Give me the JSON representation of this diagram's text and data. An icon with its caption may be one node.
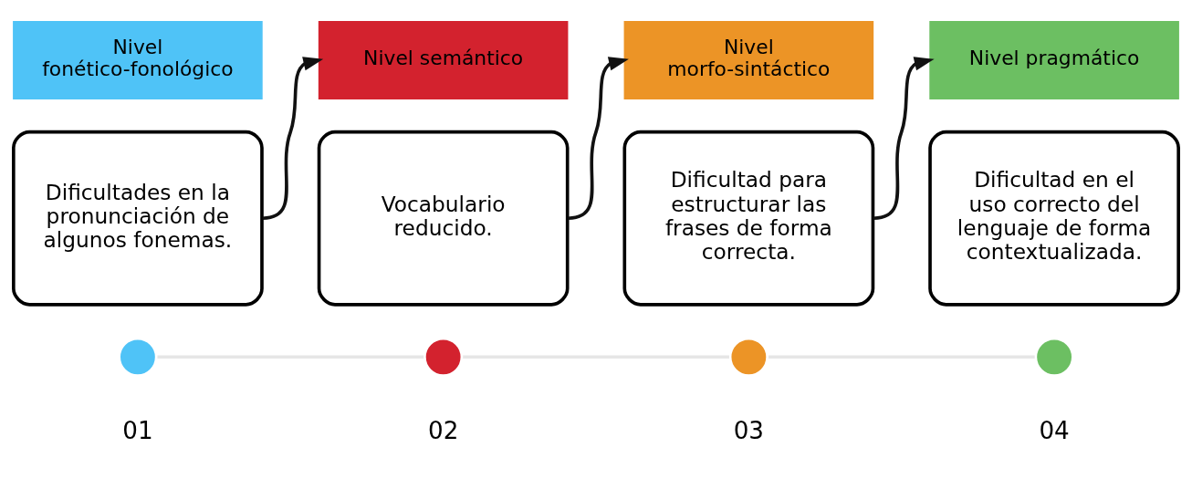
{
  "diagram": {
    "nodes": [
      {
        "text": [
          "Nivel fonético-fonológico"
        ]
      },
      {
        "text": [
          "Dificultades en la pronunciación de algunos fonemas."
        ]
      },
      {
        "text": [
          "Nivel semántico"
        ]
      },
      {
        "text": [
          "Vocabulario reducido."
        ]
      },
      {
        "text": [
          "Nivel morfo-sintáctico"
        ]
      },
      {
        "text": [
          "Dificultad para estructurar las frases de forma correcta."
        ]
      },
      {
        "text": [
          "Nivel pragmático"
        ]
      },
      {
        "text": [
          "Dificultad en el uso correcto del lenguaje de forma contextualizada."
        ]
      },
      {
        "text": [],
        "shape": "circle"
      },
      {
        "text": [],
        "shape": "circle"
      },
      {
        "text": [],
        "shape": "circle"
      },
      {
        "text": [],
        "shape": "circle"
      }
    ],
    "edges": [
      {
        "from": 1,
        "to": 2,
        "arrow": "to"
      },
      {
        "from": 3,
        "to": 4,
        "arrow": "to"
      },
      {
        "from": 5,
        "to": 6,
        "arrow": "to"
      },
      {
        "from": 8,
        "to": 9,
        "arrow": "none",
        "color": "#e6e6e6"
      },
      {
        "from": 9,
        "to": 10,
        "arrow": "none",
        "color": "#e6e6e6"
      },
      {
        "from": 10,
        "to": 11,
        "arrow": "none",
        "color": "#e6e6e6"
      }
    ],
    "labels": [
      "01",
      "02",
      "03",
      "04"
    ]
  }
}
